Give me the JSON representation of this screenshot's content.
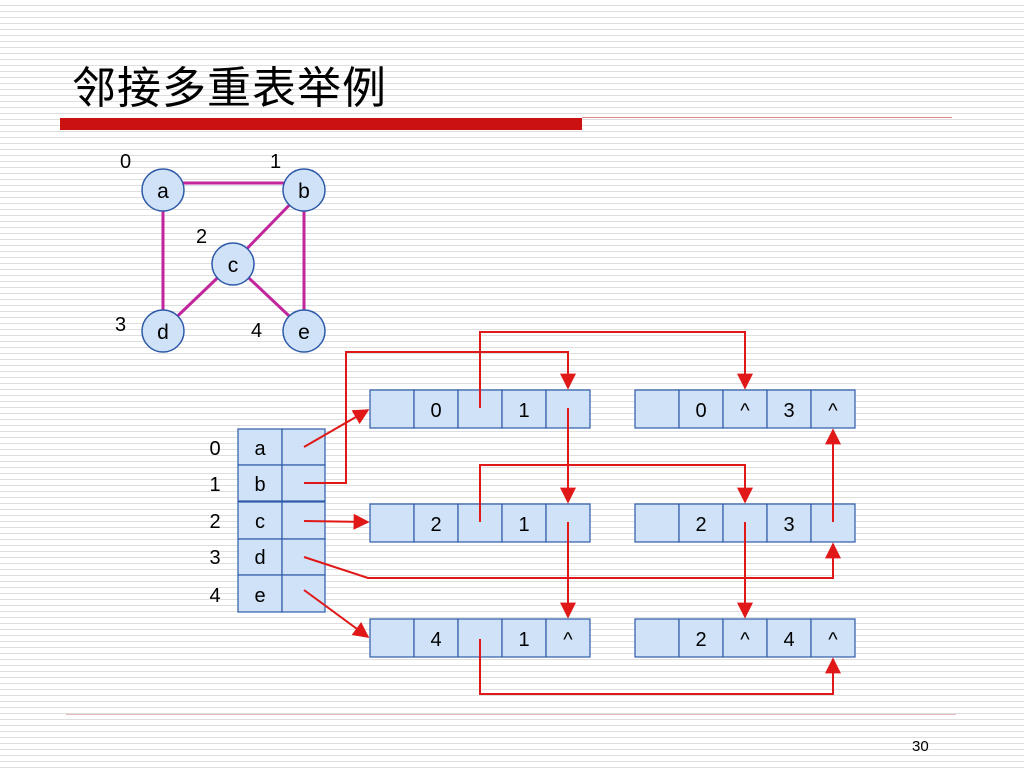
{
  "slide": {
    "title": "邻接多重表举例",
    "page_number": "30"
  },
  "graph": {
    "vertices": [
      {
        "name": "a",
        "index": "0"
      },
      {
        "name": "b",
        "index": "1"
      },
      {
        "name": "c",
        "index": "2"
      },
      {
        "name": "d",
        "index": "3"
      },
      {
        "name": "e",
        "index": "4"
      }
    ],
    "edges": [
      [
        "a",
        "b"
      ],
      [
        "a",
        "d"
      ],
      [
        "b",
        "c"
      ],
      [
        "b",
        "e"
      ],
      [
        "c",
        "d"
      ],
      [
        "c",
        "e"
      ]
    ]
  },
  "vertex_table": [
    {
      "index": "0",
      "value": "a"
    },
    {
      "index": "1",
      "value": "b"
    },
    {
      "index": "2",
      "value": "c"
    },
    {
      "index": "3",
      "value": "d"
    },
    {
      "index": "4",
      "value": "e"
    }
  ],
  "edge_nodes": [
    {
      "id": "n01",
      "cells": [
        "",
        "0",
        "",
        "1",
        ""
      ]
    },
    {
      "id": "n03",
      "cells": [
        "",
        "0",
        "^",
        "3",
        "^"
      ]
    },
    {
      "id": "n21",
      "cells": [
        "",
        "2",
        "",
        "1",
        ""
      ]
    },
    {
      "id": "n23",
      "cells": [
        "",
        "2",
        "",
        "3",
        ""
      ]
    },
    {
      "id": "n41",
      "cells": [
        "",
        "4",
        "",
        "1",
        "^"
      ]
    },
    {
      "id": "n24",
      "cells": [
        "",
        "2",
        "^",
        "4",
        "^"
      ]
    }
  ],
  "colors": {
    "node_fill": "#cfe2f7",
    "node_stroke": "#2e5aa8",
    "edge_magenta": "#c2269c",
    "pointer_red": "#e01818",
    "title_red": "#cc1111"
  }
}
